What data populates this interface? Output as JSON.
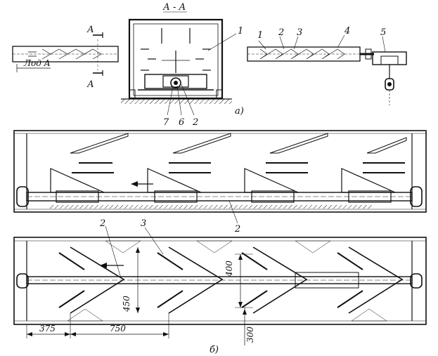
{
  "figure": {
    "section_label": "А - А",
    "panel_a_label": "а)",
    "panel_b_label": "б)",
    "section_marks": [
      "А",
      "А"
    ],
    "hatch_note": "Лод А",
    "parts_top": [
      "1",
      "2",
      "3",
      "4",
      "5"
    ],
    "part_section": "1",
    "parts_section_bottom": [
      "7",
      "6",
      "2"
    ],
    "part_side_view": "2",
    "parts_plan_view": [
      "2",
      "3"
    ],
    "dimensions": {
      "d375": "375",
      "d750": "750",
      "d450": "450",
      "d400": "400",
      "d300": "300"
    }
  }
}
